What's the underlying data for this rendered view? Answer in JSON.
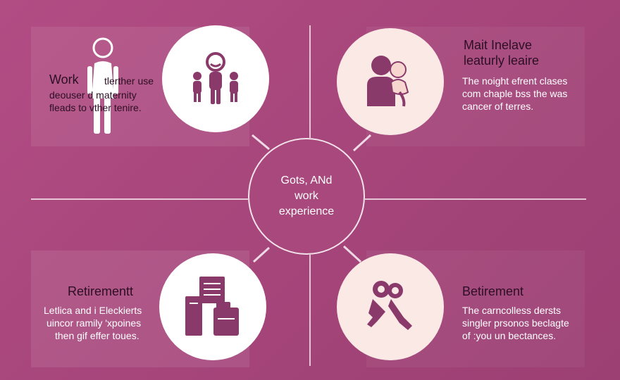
{
  "center": {
    "line1": "Gots, ANd",
    "line2": "work",
    "line3": "experience"
  },
  "top_left": {
    "title": "Work",
    "lines": [
      "tlerther use",
      "deouser d maternity",
      "fleads to vther tenire."
    ]
  },
  "top_right": {
    "title_line1": "Mait Inelave",
    "title_line2": "leaturly leaire",
    "lines": [
      "The noight efrent clases",
      "com chaple bss the was",
      "cancer of terres."
    ]
  },
  "bottom_left": {
    "title": "Retirementt",
    "lines": [
      "Letlica and i Eleckierts",
      "uincor ramily 'xpoines",
      "then gif effer toues."
    ]
  },
  "bottom_right": {
    "title": "Betirement",
    "lines": [
      "The carncolless dersts",
      "singler prsonos beclagte",
      "of :you un bectances."
    ]
  },
  "icons": {
    "top_left": "family-group-icon",
    "top_right": "parent-child-icon",
    "bottom_left": "documents-stack-icon",
    "bottom_right": "keys-icon",
    "figure": "standing-woman-icon"
  },
  "colors": {
    "background": "#a8487c",
    "circle_white": "#ffffff",
    "circle_pink": "#fbe9e6",
    "icon_plum": "#8a3a6a"
  }
}
